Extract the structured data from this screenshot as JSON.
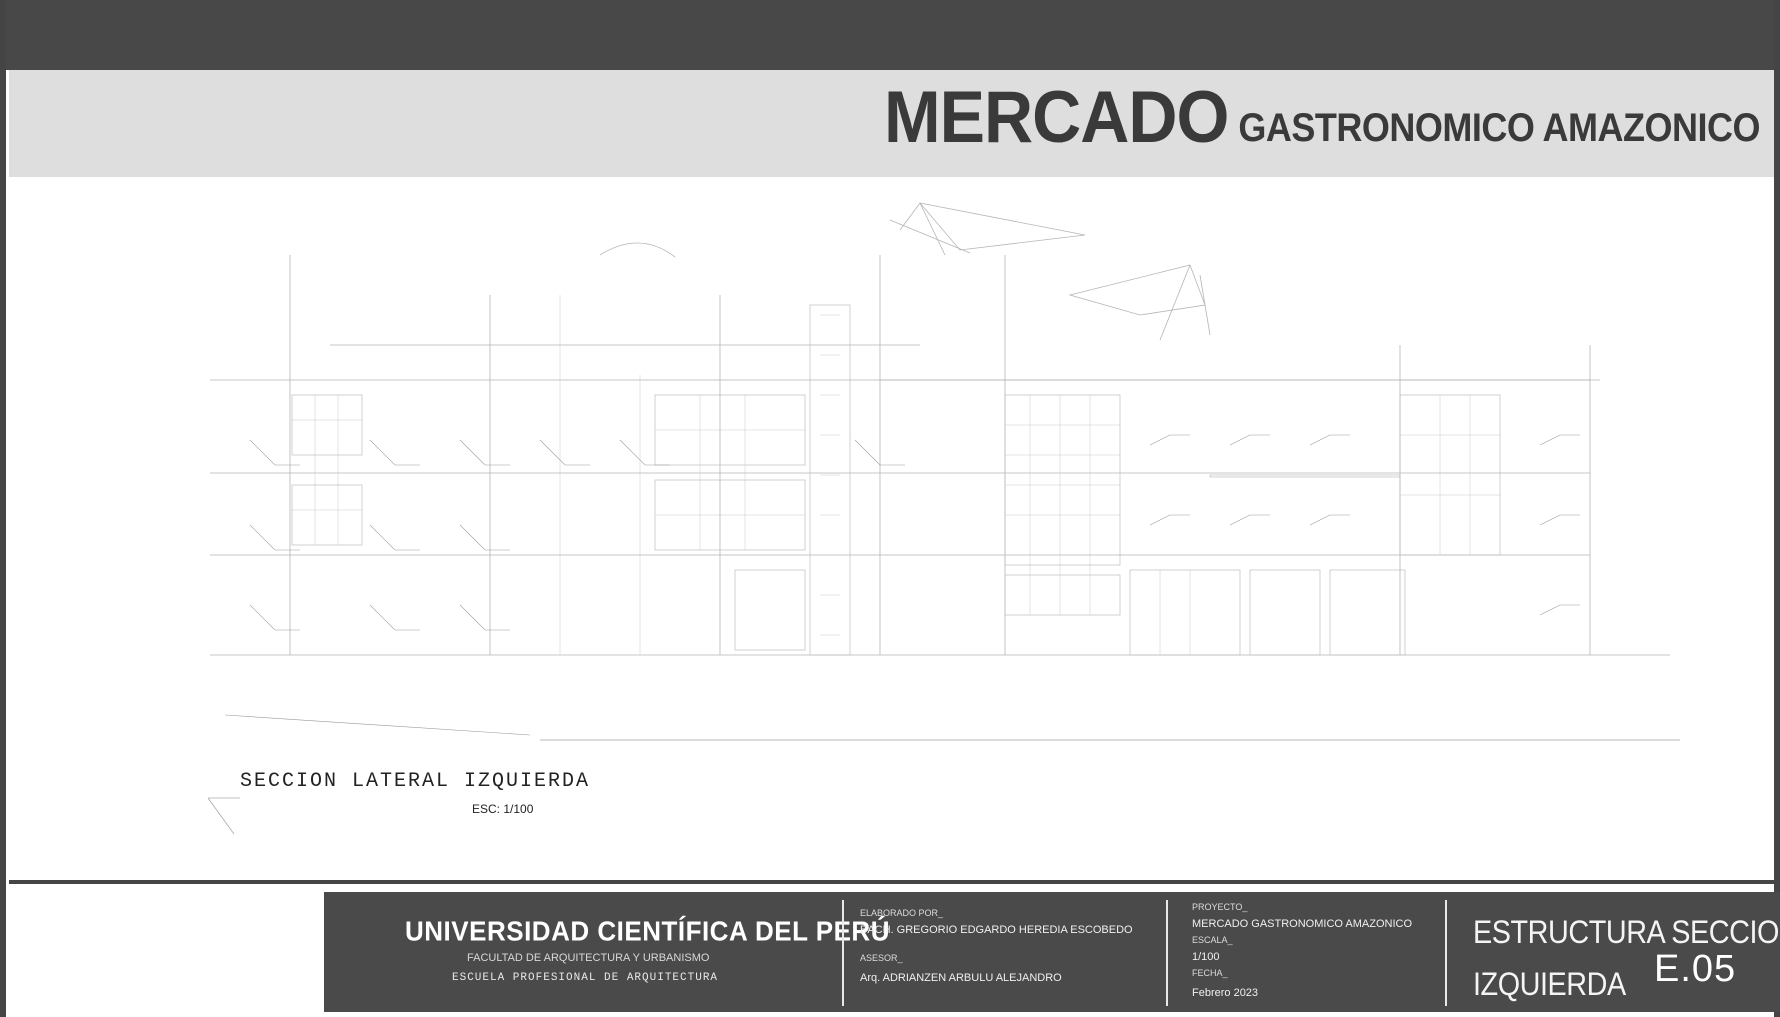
{
  "header": {
    "title_big": "MERCADO",
    "title_small": "GASTRONOMICO AMAZONICO"
  },
  "drawing": {
    "section_label": "SECCION LATERAL IZQUIERDA",
    "scale": "ESC: 1/100"
  },
  "footer": {
    "university": "UNIVERSIDAD CIENTÍFICA DEL PERÚ",
    "faculty": "FACULTAD DE ARQUITECTURA Y URBANISMO",
    "school": "ESCUELA PROFESIONAL DE ARQUITECTURA",
    "elaborado_label": "ELABORADO POR_",
    "elaborado_value": "BACH. GREGORIO EDGARDO HEREDIA ESCOBEDO",
    "asesor_label": "ASESOR_",
    "asesor_value": "Arq. ADRIANZEN ARBULU ALEJANDRO",
    "proyecto_label": "PROYECTO_",
    "proyecto_value": "MERCADO GASTRONOMICO AMAZONICO",
    "escala_label": "ESCALA_",
    "escala_value": "1/100",
    "fecha_label": "FECHA_",
    "fecha_value": "Febrero 2023",
    "sheet_title_line1": "ESTRUCTURA SECCION",
    "sheet_title_line2": "IZQUIERDA",
    "sheet_number": "E.05"
  },
  "colors": {
    "dark_bar": "#484848",
    "title_band": "#dedede",
    "footer_bg": "#4a4a4a"
  }
}
